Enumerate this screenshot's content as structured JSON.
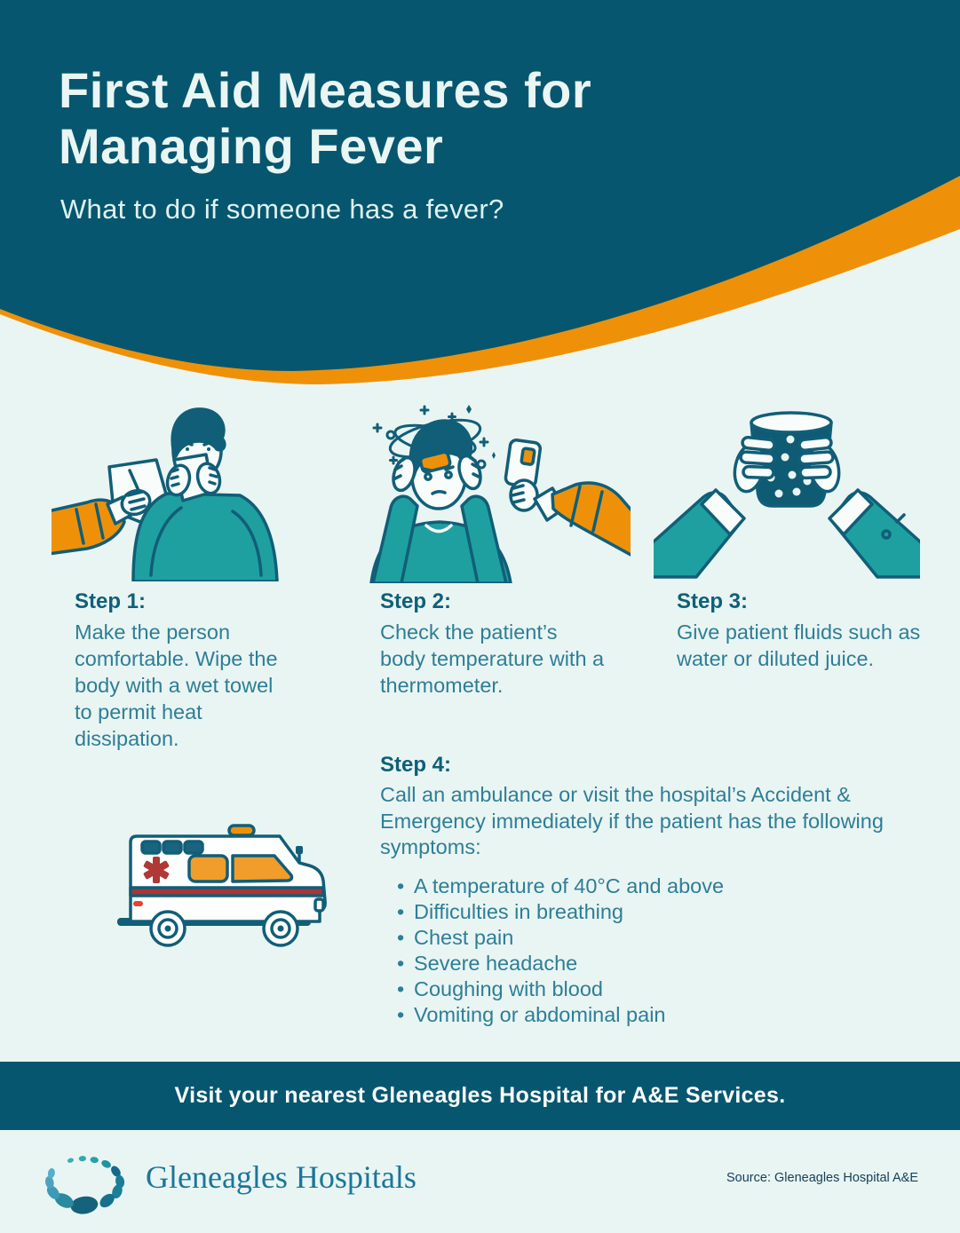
{
  "theme": {
    "teal_dark": "#06566F",
    "orange": "#EE9109",
    "bg_light": "#E9F5F3",
    "teal_illustration": "#1FA0A0",
    "outline": "#115E78",
    "heading_text": "#0E6078",
    "body_text": "#2E7E96",
    "logo_text_color": "#1B7698",
    "ambulance_red": "#AE3432"
  },
  "header": {
    "title_line1": "First Aid Measures for",
    "title_line2": "Managing Fever",
    "subtitle": "What to do if someone has a fever?"
  },
  "steps": [
    {
      "label": "Step 1:",
      "text": "Make the person comfortable. Wipe the body with a wet towel to permit heat dissipation.",
      "illustration": "person-wiping-nose-with-tissue"
    },
    {
      "label": "Step 2:",
      "text": "Check the patient’s body temperature with a thermometer.",
      "illustration": "person-with-fever-and-thermometer"
    },
    {
      "label": "Step 3:",
      "text": "Give patient fluids such as water or diluted juice.",
      "illustration": "hands-holding-cup-of-fluid"
    }
  ],
  "step4": {
    "label": "Step 4:",
    "text": "Call an ambulance or visit the hospital’s Accident & Emergency immediately if the patient has the following symptoms:",
    "symptoms": [
      "A temperature of 40°C and above",
      "Difficulties in breathing",
      "Chest pain",
      "Severe headache",
      "Coughing with blood",
      "Vomiting or abdominal pain"
    ],
    "illustration": "ambulance"
  },
  "footer": {
    "banner": "Visit your nearest Gleneagles Hospital for A&E Services."
  },
  "brand": {
    "logo_text": "Gleneagles Hospitals",
    "source": "Source: Gleneagles Hospital A&E"
  }
}
